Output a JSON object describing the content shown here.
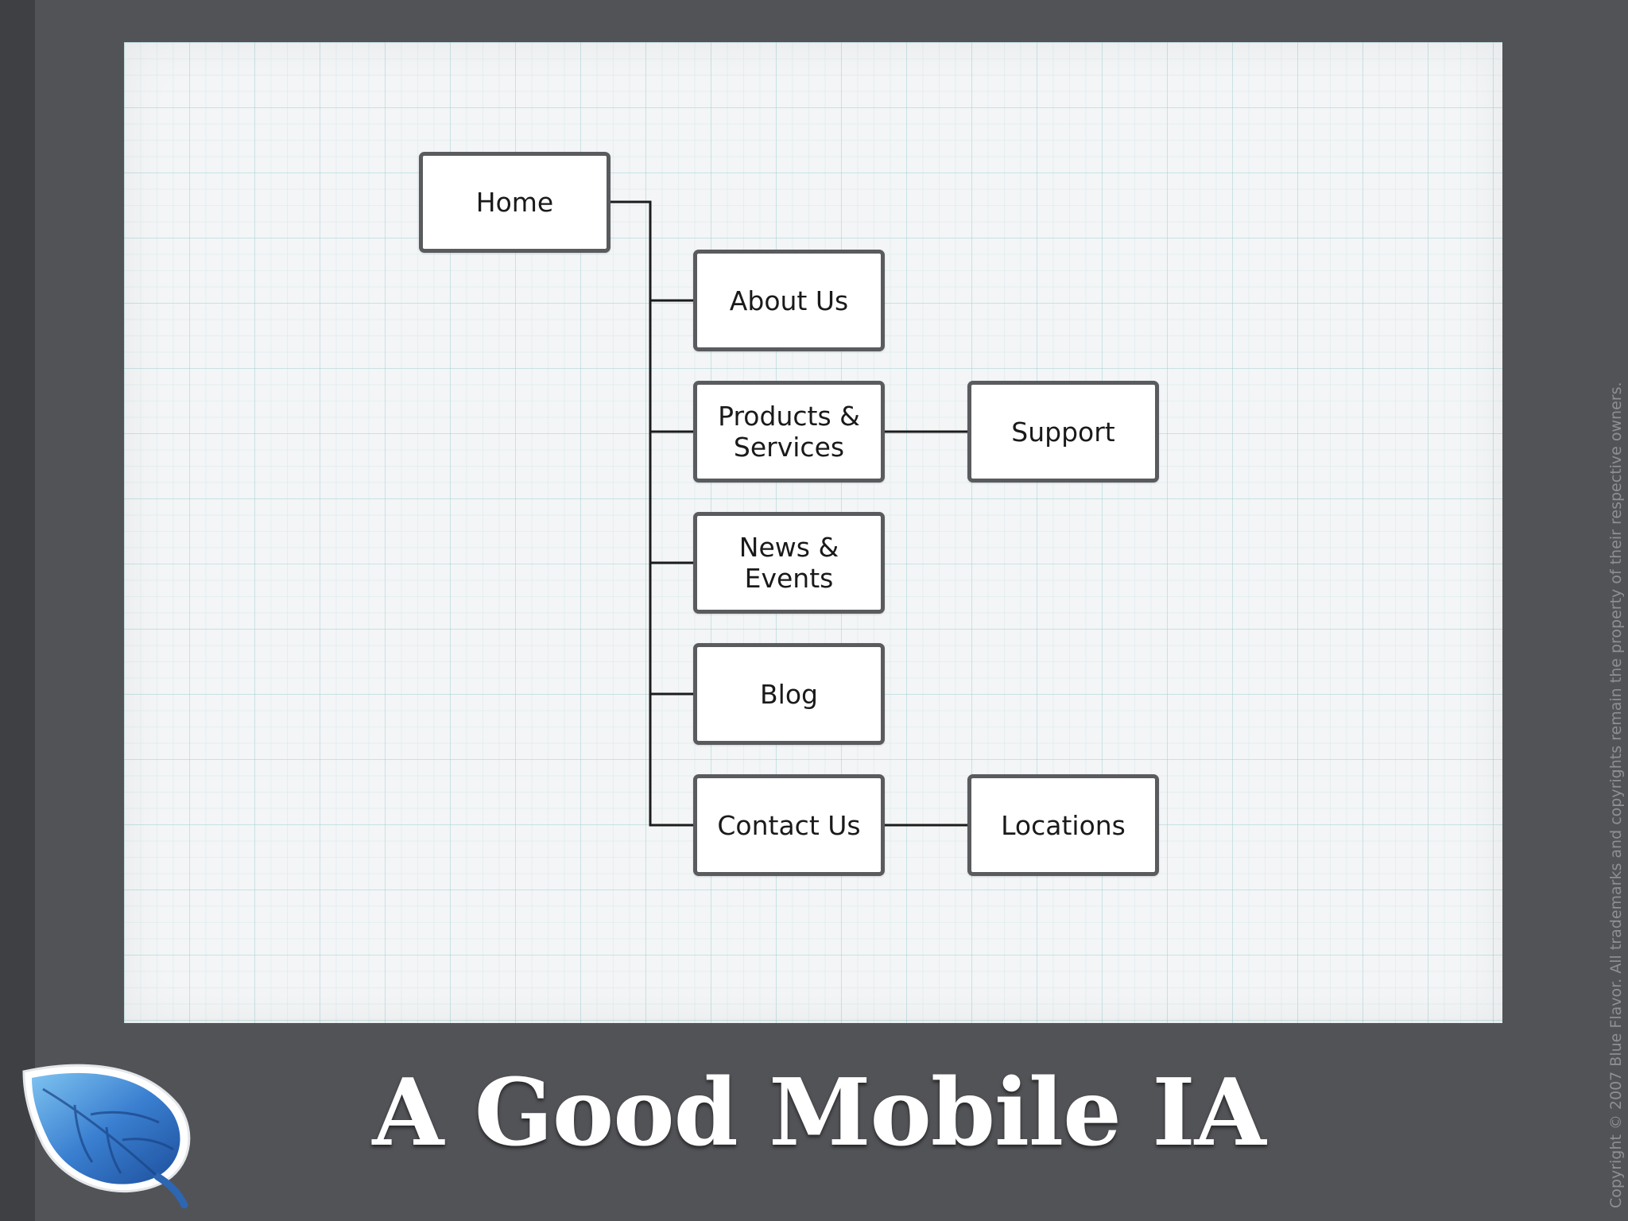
{
  "slide": {
    "title": "A Good Mobile IA",
    "copyright": "Copyright © 2007 Blue Flavor. All trademarks and copyrights remain the property of their respective owners."
  },
  "diagram": {
    "nodes": {
      "home": "Home",
      "about": "About Us",
      "products": "Products &\nServices",
      "news": "News &\nEvents",
      "blog": "Blog",
      "contact": "Contact Us",
      "support": "Support",
      "locations": "Locations"
    },
    "edges": [
      [
        "home",
        "about"
      ],
      [
        "home",
        "products"
      ],
      [
        "home",
        "news"
      ],
      [
        "home",
        "blog"
      ],
      [
        "home",
        "contact"
      ],
      [
        "products",
        "support"
      ],
      [
        "contact",
        "locations"
      ]
    ]
  },
  "colors": {
    "background": "#525357",
    "paper": "#f3f5f6",
    "box_border": "#5a5b5e",
    "title": "#ffffff",
    "leaf_blue": "#2f6fc0"
  },
  "logo": {
    "icon": "leaf-icon"
  }
}
